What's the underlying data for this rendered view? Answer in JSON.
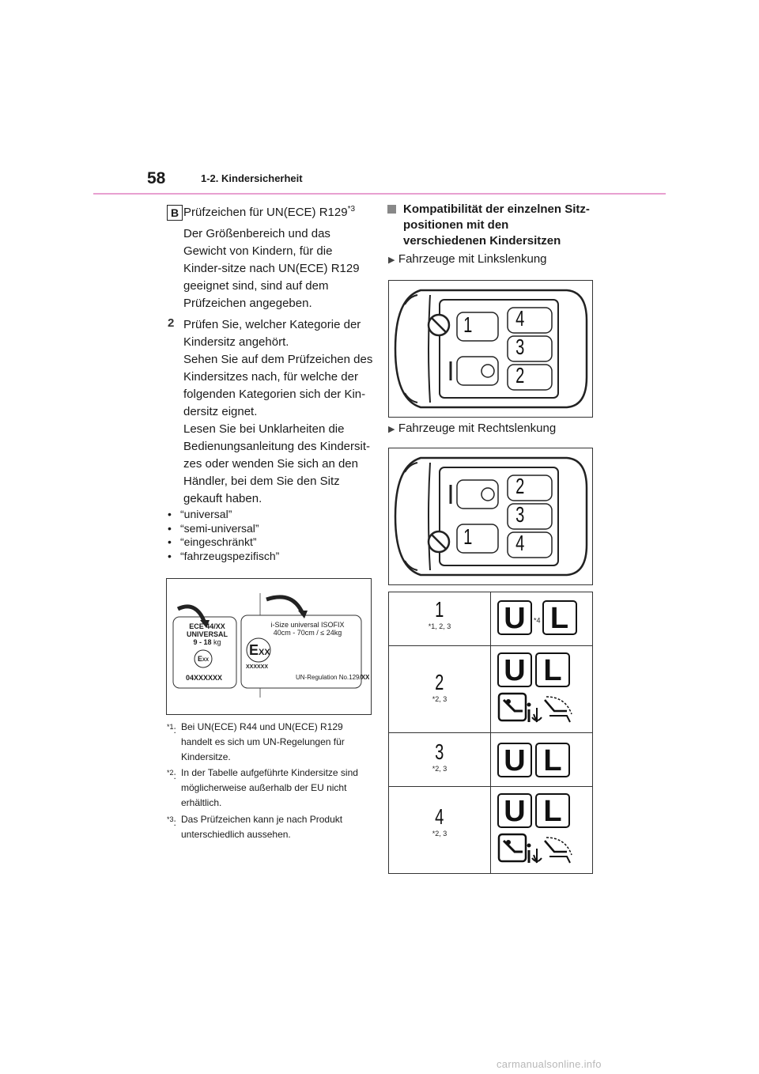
{
  "header": {
    "page_number": "58",
    "section": "1-2. Kindersicherheit"
  },
  "left": {
    "badge": "B",
    "label_b_title": "Prüfzeichen für UN(ECE) R129",
    "label_b_ref": "*3",
    "label_b_desc": "Der Größenbereich und das Gewicht von Kindern, für die Kinder-sitze nach UN(ECE) R129 geeignet sind, sind auf dem Prüfzeichen angegeben.",
    "step_number": "2",
    "step_text_1": "Prüfen Sie, welcher Kategorie der Kindersitz angehört.",
    "step_text_2": "Sehen Sie auf dem Prüfzeichen des Kindersitzes nach, für welche der folgenden Kategorien sich der Kin-dersitz eignet.",
    "step_text_3": "Lesen Sie bei Unklarheiten die Bedienungsanleitung des Kindersit-zes oder wenden Sie sich an den Händler, bei dem Sie den Sitz gekauft haben.",
    "categories": [
      "“universal”",
      "“semi-universal”",
      "“eingeschränkt”",
      "“fahrzeugspezifisch”"
    ],
    "label_a": {
      "ece": "ECE",
      "reg": "44/",
      "xx": "XX",
      "universal": "UNIVERSAL",
      "weight": "9 - 18",
      "kg": "kg",
      "emark_e": "E",
      "emark_x": "XX",
      "code": "04XXXXXX"
    },
    "label_b_img": {
      "title": "i-Size universal ISOFIX",
      "range": "40cm - 70cm / ≤ 24kg",
      "emark_e": "E",
      "emark_x": "XX",
      "code": "XXXXXX",
      "regulation": "UN-Regulation No.129/",
      "xx": "XX"
    },
    "footnotes": [
      {
        "key": "*1",
        "text": "Bei UN(ECE) R44 und UN(ECE) R129 handelt es sich um UN-Regelungen für Kindersitze."
      },
      {
        "key": "*2",
        "text": "In der Tabelle aufgeführte Kindersitze sind möglicherweise außerhalb der EU nicht erhältlich."
      },
      {
        "key": "*3",
        "text": "Das Prüfzeichen kann je nach Produkt unterschiedlich aussehen."
      }
    ]
  },
  "right": {
    "heading": "Kompatibilität der einzelnen Sitz-positionen mit den verschiedenen Kindersitzen",
    "lhd_label": "Fahrzeuge mit Linkslenkung",
    "rhd_label": "Fahrzeuge mit Rechtslenkung",
    "seat_numbers": [
      "1",
      "2",
      "3",
      "4"
    ],
    "table": [
      {
        "seat": "1",
        "note": "*1, 2, 3",
        "u": "U",
        "l": "L",
        "extra_ref": "*4",
        "isofix": false
      },
      {
        "seat": "2",
        "note": "*2, 3",
        "u": "U",
        "l": "L",
        "extra_ref": "",
        "isofix": true
      },
      {
        "seat": "3",
        "note": "*2, 3",
        "u": "U",
        "l": "L",
        "extra_ref": "",
        "isofix": false
      },
      {
        "seat": "4",
        "note": "*2, 3",
        "u": "U",
        "l": "L",
        "extra_ref": "",
        "isofix": true
      }
    ]
  },
  "watermark": "carmanualsonline.info",
  "colors": {
    "rule": "#e8a0d0",
    "square": "#888888",
    "watermark": "#b8b8b8"
  }
}
